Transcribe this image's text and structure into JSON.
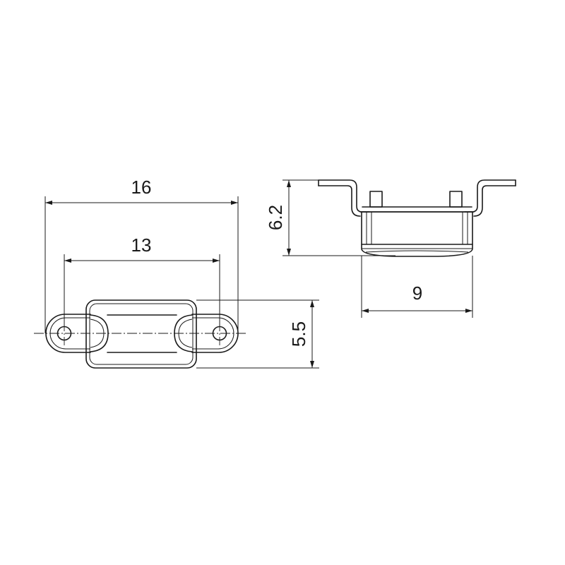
{
  "dimensions": {
    "overall_length": "16",
    "hole_spacing": "13",
    "width": "5.5",
    "height": "6.2",
    "depth": "9"
  }
}
